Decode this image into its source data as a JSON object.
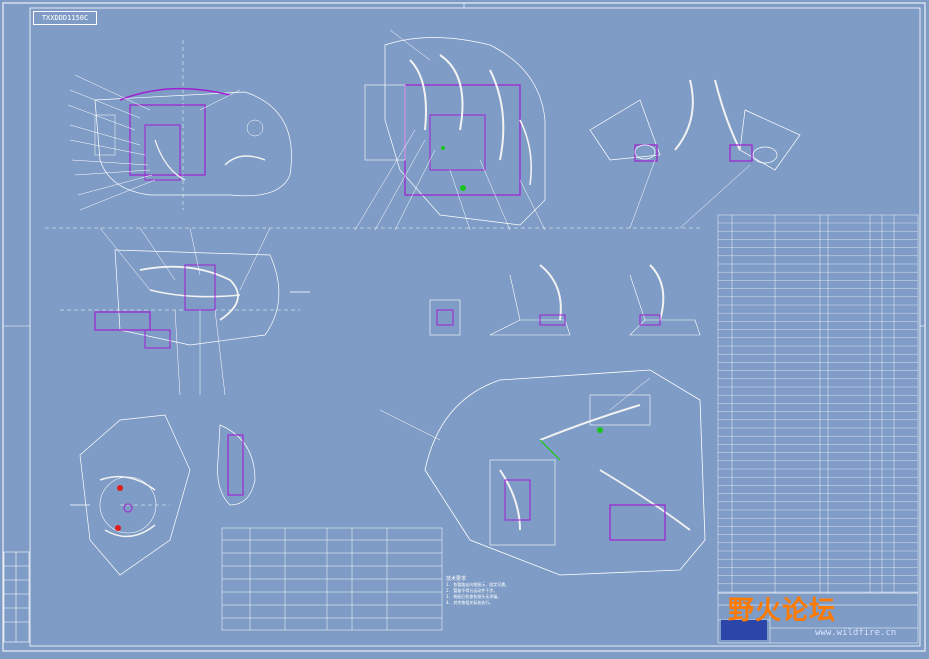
{
  "drawing": {
    "code": "TXXDDD1150C",
    "watermark": "野火论坛",
    "watermark_url": "www.wildfire.cn"
  },
  "colors": {
    "background": "#7f9cc6",
    "line": "#ffffff",
    "part": "#a11fd1",
    "hose": "#f2f2f2",
    "green": "#19c51c",
    "red": "#e01e1e",
    "title_bar": "#2b46a8"
  },
  "notes": {
    "heading": "技术要求",
    "lines": [
      "1. 各管路走向按图示，固定可靠。",
      "2. 管路不得与运动件干涉。",
      "3. 装配后检查各接头无渗漏。",
      "4. 其余按相关标准执行。"
    ]
  }
}
